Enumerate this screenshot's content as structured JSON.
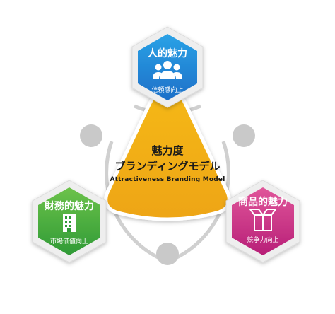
{
  "center": {
    "line1": "魅力度",
    "line2": "ブランディングモデル",
    "line3": "Attractiveness Branding Model",
    "color": "#f2b11c"
  },
  "nodes": {
    "top": {
      "title": "人的魅力",
      "subtitle": "信頼感向上",
      "color_light": "#2aa2e6",
      "color_dark": "#1d6fc8",
      "icon": "people-icon"
    },
    "left": {
      "title": "財務的魅力",
      "subtitle": "市場価値向上",
      "color_light": "#6cc24a",
      "color_dark": "#2f9a36",
      "icon": "building-icon"
    },
    "right": {
      "title": "商品的魅力",
      "subtitle": "競争力向上",
      "color_light": "#e0569a",
      "color_dark": "#b71e77",
      "icon": "box-icon"
    }
  },
  "connector_color": "#c9c9c9"
}
